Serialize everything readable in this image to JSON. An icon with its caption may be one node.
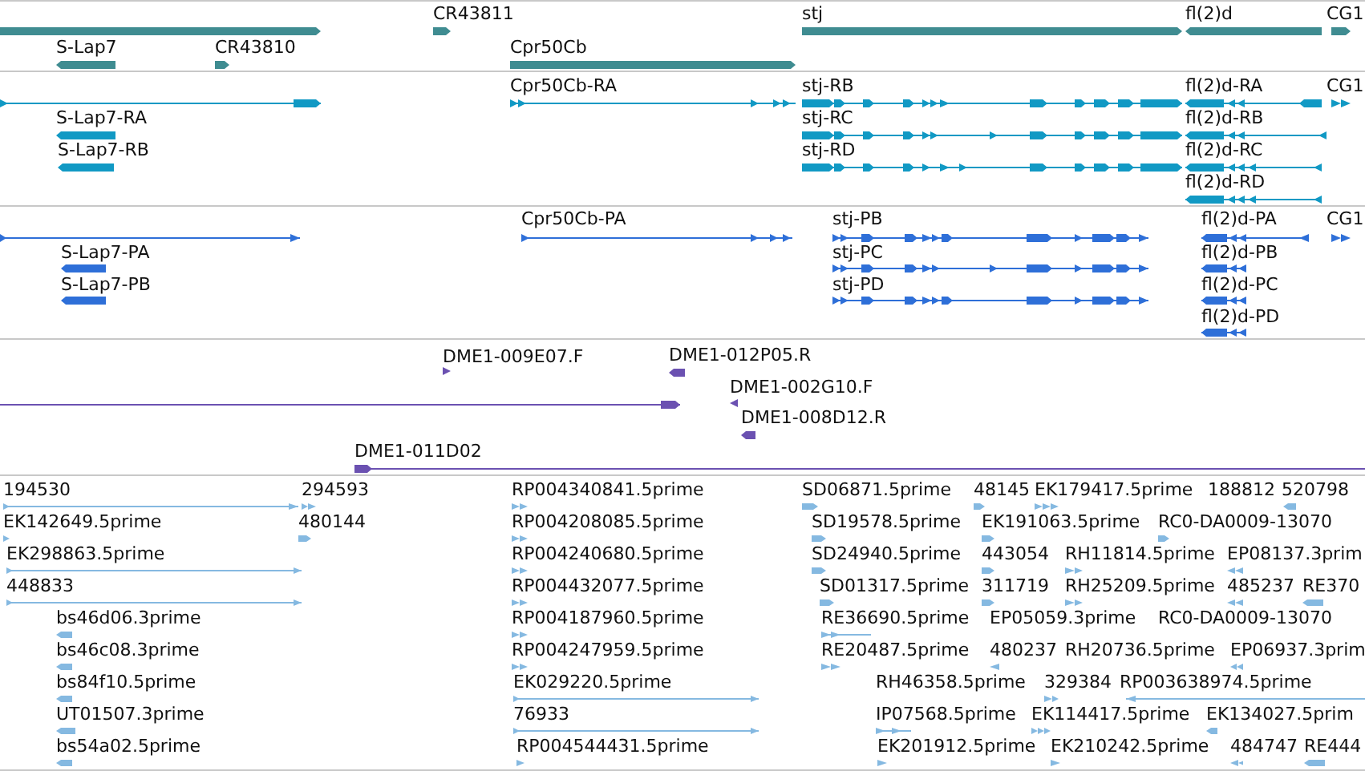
{
  "diagram": {
    "nodes": [
      {
        "text": [],
        "shape": "band"
      },
      {
        "text": [],
        "shape": "bar",
        "in": 0
      },
      {
        "text": [
          "CR43811"
        ],
        "in": 0
      },
      {
        "text": [
          "stj"
        ],
        "in": 0
      },
      {
        "text": [
          "fl(2)d"
        ],
        "in": 0
      },
      {
        "text": [
          "CG1"
        ],
        "in": 0
      },
      {
        "text": [
          "S-Lap7"
        ],
        "in": 0
      },
      {
        "text": [
          "CR43810"
        ],
        "in": 0
      },
      {
        "text": [
          "Cpr50Cb"
        ],
        "in": 0
      },
      {
        "text": [],
        "shape": "band"
      },
      {
        "text": [],
        "shape": "bar",
        "in": 9
      },
      {
        "text": [
          "Cpr50Cb-RA"
        ],
        "in": 9
      },
      {
        "text": [
          "stj-RB"
        ],
        "in": 9
      },
      {
        "text": [
          "fl(2)d-RA"
        ],
        "in": 9
      },
      {
        "text": [
          "CG1"
        ],
        "in": 9
      },
      {
        "text": [
          "S-Lap7-RA"
        ],
        "in": 9
      },
      {
        "text": [
          "stj-RC"
        ],
        "in": 9
      },
      {
        "text": [
          "fl(2)d-RB"
        ],
        "in": 9
      },
      {
        "text": [
          "S-Lap7-RB"
        ],
        "in": 9
      },
      {
        "text": [
          "stj-RD"
        ],
        "in": 9
      },
      {
        "text": [
          "fl(2)d-RC"
        ],
        "in": 9
      },
      {
        "text": [
          "fl(2)d-RD"
        ],
        "in": 9
      },
      {
        "text": [],
        "shape": "band"
      },
      {
        "text": [],
        "shape": "bar",
        "in": 22
      },
      {
        "text": [
          "Cpr50Cb-PA"
        ],
        "in": 22
      },
      {
        "text": [
          "stj-PB"
        ],
        "in": 22
      },
      {
        "text": [
          "fl(2)d-PA"
        ],
        "in": 22
      },
      {
        "text": [
          "CG1"
        ],
        "in": 22
      },
      {
        "text": [
          "S-Lap7-PA"
        ],
        "in": 22
      },
      {
        "text": [
          "stj-PC"
        ],
        "in": 22
      },
      {
        "text": [
          "fl(2)d-PB"
        ],
        "in": 22
      },
      {
        "text": [
          "S-Lap7-PB"
        ],
        "in": 22
      },
      {
        "text": [
          "stj-PD"
        ],
        "in": 22
      },
      {
        "text": [
          "fl(2)d-PC"
        ],
        "in": 22
      },
      {
        "text": [
          "fl(2)d-PD"
        ],
        "in": 22
      },
      {
        "text": [],
        "shape": "band"
      },
      {
        "text": [
          "DME1-009E07.F"
        ],
        "in": 35
      },
      {
        "text": [
          "DME1-012P05.R"
        ],
        "in": 35
      },
      {
        "text": [
          "DME1-002G10.F"
        ],
        "in": 35
      },
      {
        "text": [],
        "shape": "bar",
        "in": 35
      },
      {
        "text": [
          "DME1-008D12.R"
        ],
        "in": 35
      },
      {
        "text": [
          "DME1-011D02"
        ],
        "in": 35
      },
      {
        "text": [],
        "shape": "band"
      },
      {
        "text": [
          "194530"
        ],
        "in": 42
      },
      {
        "text": [
          "294593"
        ],
        "in": 42
      },
      {
        "text": [
          "RP004340841.5prime"
        ],
        "in": 42
      },
      {
        "text": [
          "SD06871.5prime"
        ],
        "in": 42
      },
      {
        "text": [
          "48145"
        ],
        "in": 42
      },
      {
        "text": [
          "EK179417.5prime"
        ],
        "in": 42
      },
      {
        "text": [
          "188812"
        ],
        "in": 42
      },
      {
        "text": [
          "520798"
        ],
        "in": 42
      },
      {
        "text": [
          "EK142649.5prime"
        ],
        "in": 42
      },
      {
        "text": [
          "480144"
        ],
        "in": 42
      },
      {
        "text": [
          "RP004208085.5prime"
        ],
        "in": 42
      },
      {
        "text": [
          "SD19578.5prime"
        ],
        "in": 42
      },
      {
        "text": [
          "EK191063.5prime"
        ],
        "in": 42
      },
      {
        "text": [
          "RC0-DA0009-13070"
        ],
        "in": 42
      },
      {
        "text": [
          "EK298863.5prime"
        ],
        "in": 42
      },
      {
        "text": [
          "RP004240680.5prime"
        ],
        "in": 42
      },
      {
        "text": [
          "SD24940.5prime"
        ],
        "in": 42
      },
      {
        "text": [
          "443054"
        ],
        "in": 42
      },
      {
        "text": [
          "RH11814.5prime"
        ],
        "in": 42
      },
      {
        "text": [
          "EP08137.3prim"
        ],
        "in": 42
      },
      {
        "text": [
          "448833"
        ],
        "in": 42
      },
      {
        "text": [
          "RP004432077.5prime"
        ],
        "in": 42
      },
      {
        "text": [
          "SD01317.5prime"
        ],
        "in": 42
      },
      {
        "text": [
          "311719"
        ],
        "in": 42
      },
      {
        "text": [
          "RH25209.5prime"
        ],
        "in": 42
      },
      {
        "text": [
          "485237"
        ],
        "in": 42
      },
      {
        "text": [
          "RE370"
        ],
        "in": 42
      },
      {
        "text": [
          "bs46d06.3prime"
        ],
        "in": 42
      },
      {
        "text": [
          "RP004187960.5prime"
        ],
        "in": 42
      },
      {
        "text": [
          "RE36690.5prime"
        ],
        "in": 42
      },
      {
        "text": [
          "EP05059.3prime"
        ],
        "in": 42
      },
      {
        "text": [
          "RC0-DA0009-13070"
        ],
        "in": 42
      },
      {
        "text": [
          "bs46c08.3prime"
        ],
        "in": 42
      },
      {
        "text": [
          "RP004247959.5prime"
        ],
        "in": 42
      },
      {
        "text": [
          "RE20487.5prime"
        ],
        "in": 42
      },
      {
        "text": [
          "480237"
        ],
        "in": 42
      },
      {
        "text": [
          "RH20736.5prime"
        ],
        "in": 42
      },
      {
        "text": [
          "EP06937.3prim"
        ],
        "in": 42
      },
      {
        "text": [
          "bs84f10.5prime"
        ],
        "in": 42
      },
      {
        "text": [
          "EK029220.5prime"
        ],
        "in": 42
      },
      {
        "text": [
          "RH46358.5prime"
        ],
        "in": 42
      },
      {
        "text": [
          "329384"
        ],
        "in": 42
      },
      {
        "text": [
          "RP003638974.5prime"
        ],
        "in": 42
      },
      {
        "text": [
          "UT01507.3prime"
        ],
        "in": 42
      },
      {
        "text": [
          "76933"
        ],
        "in": 42
      },
      {
        "text": [
          "IP07568.5prime"
        ],
        "in": 42
      },
      {
        "text": [
          "EK114417.5prime"
        ],
        "in": 42
      },
      {
        "text": [
          "EK134027.5prim"
        ],
        "in": 42
      },
      {
        "text": [
          "bs54a02.5prime"
        ],
        "in": 42
      },
      {
        "text": [
          "RP004544431.5prime"
        ],
        "in": 42
      },
      {
        "text": [
          "EK201912.5prime"
        ],
        "in": 42
      },
      {
        "text": [
          "EK210242.5prime"
        ],
        "in": 42
      },
      {
        "text": [
          "484747"
        ],
        "in": 42
      },
      {
        "text": [
          "RE444"
        ],
        "in": 42
      }
    ]
  }
}
